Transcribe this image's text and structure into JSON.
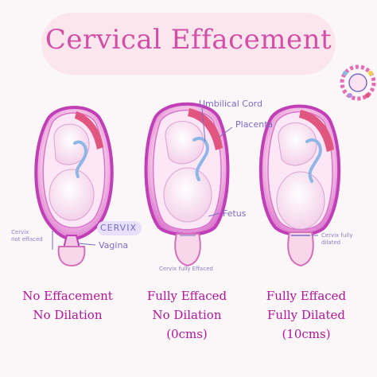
{
  "title": "Cervical Effacement",
  "labels": {
    "umbilical_cord": "Umbilical Cord",
    "placenta": "Placenta",
    "fetus": "Fetus",
    "cervix": "CERVIX",
    "vagina": "Vagina",
    "cervix_not_effaced_line1": "Cervix",
    "cervix_not_effaced_line2": "not effaced",
    "cervix_fully_effaced": "Cervix fully Effaced",
    "cervix_fully_dilated_line1": "Cervix fully",
    "cervix_fully_dilated_line2": "dilated"
  },
  "stages": [
    {
      "line1": "No Effacement",
      "line2": "No Dilation",
      "line3": ""
    },
    {
      "line1": "Fully Effaced",
      "line2": "No Dilation",
      "line3": "(0cms)"
    },
    {
      "line1": "Fully Effaced",
      "line2": "Fully Dilated",
      "line3": "(10cms)"
    }
  ],
  "colors": {
    "uterus_wall": "#c03fb6",
    "uterus_inner": "#f6c9ea",
    "amniotic": "#fbe3f3",
    "placenta": "#e0567f",
    "cord": "#8fb7e6",
    "caption": "#b1159a",
    "label": "#7a6cc6"
  },
  "logo_icon": "floral-wreath-logo"
}
